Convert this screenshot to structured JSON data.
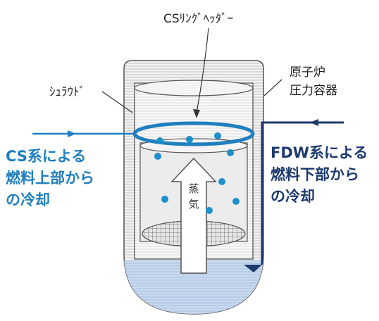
{
  "labels": {
    "cs_ring_header": "CSﾘﾝｸﾞﾍｯﾀﾞｰ",
    "shroud": "ｼｭﾗｳﾄﾞ",
    "rpv_line1": "原子炉",
    "rpv_line2": "圧力容器",
    "cs_line1": "CS系による",
    "cs_line2": "燃料上部から",
    "cs_line3": "の冷却",
    "fdw_line1": "FDW系による",
    "fdw_line2": "燃料下部から",
    "fdw_line3": "の冷却",
    "steam_char1": "蒸",
    "steam_char2": "気"
  },
  "colors": {
    "cs_blue": "#1f7fbf",
    "fdw_navy": "#1d3a6e",
    "water_droplet": "#1f8fc9",
    "water_pool": "#c9d9ef",
    "vessel_outline": "#555555"
  }
}
